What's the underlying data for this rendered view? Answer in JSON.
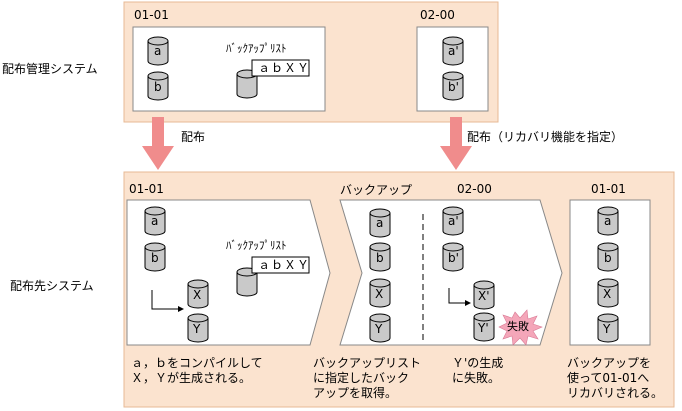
{
  "labels": {
    "top_system": "配布管理システム",
    "bottom_system": "配布先システム",
    "distribute": "配布",
    "distribute_recovery": "配布（リカバリ機能を指定）"
  },
  "versions": {
    "top_left": "01-01",
    "top_right": "02-00",
    "step1": "01-01",
    "step2": "02-00",
    "step3": "01-01"
  },
  "backup": {
    "list_label": "ﾊﾞｯｸｱｯﾌﾟﾘｽﾄ",
    "list_content": "ａｂＸＹ",
    "step_title": "バックアップ"
  },
  "drums": {
    "a": "a",
    "b": "b",
    "x": "X",
    "y": "Y",
    "a_prime": "a'",
    "b_prime": "b'",
    "x_prime": "X'",
    "y_prime": "Y'"
  },
  "failure_badge": "失敗",
  "captions": {
    "step1": "ａ，ｂをコンパイルして\nＸ，Ｙが生成される。",
    "step2": "バックアップリスト\nに指定したバック\nアップを取得。",
    "step2b": "Ｙ'の生成\nに失敗。",
    "step3": "バックアップを\n使って01-01へ\nリカバリされる。"
  },
  "colors": {
    "panel_bg": "#fbe3cf",
    "panel_border": "#e7b994",
    "arrow": "#f08c8c",
    "drum_fill": "#c9c9c9",
    "burst": "#f4a6b9"
  }
}
